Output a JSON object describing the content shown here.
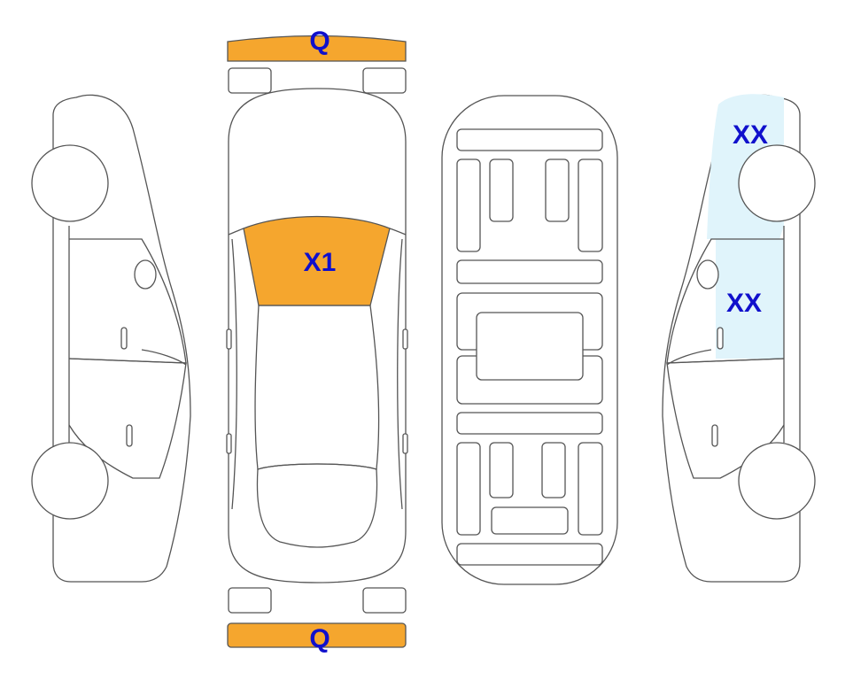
{
  "colors": {
    "damage_orange": "#F5A62E",
    "damage_blue": "#E0F4FB",
    "label_blue": "#1010CC",
    "line": "#555555"
  },
  "labels": {
    "front_bumper": "Q",
    "rear_bumper": "Q",
    "windshield": "X1",
    "rear_door": "XX",
    "front_door": "XX"
  },
  "views": [
    "left-side-view",
    "top-view",
    "underbody-view",
    "right-side-view"
  ]
}
